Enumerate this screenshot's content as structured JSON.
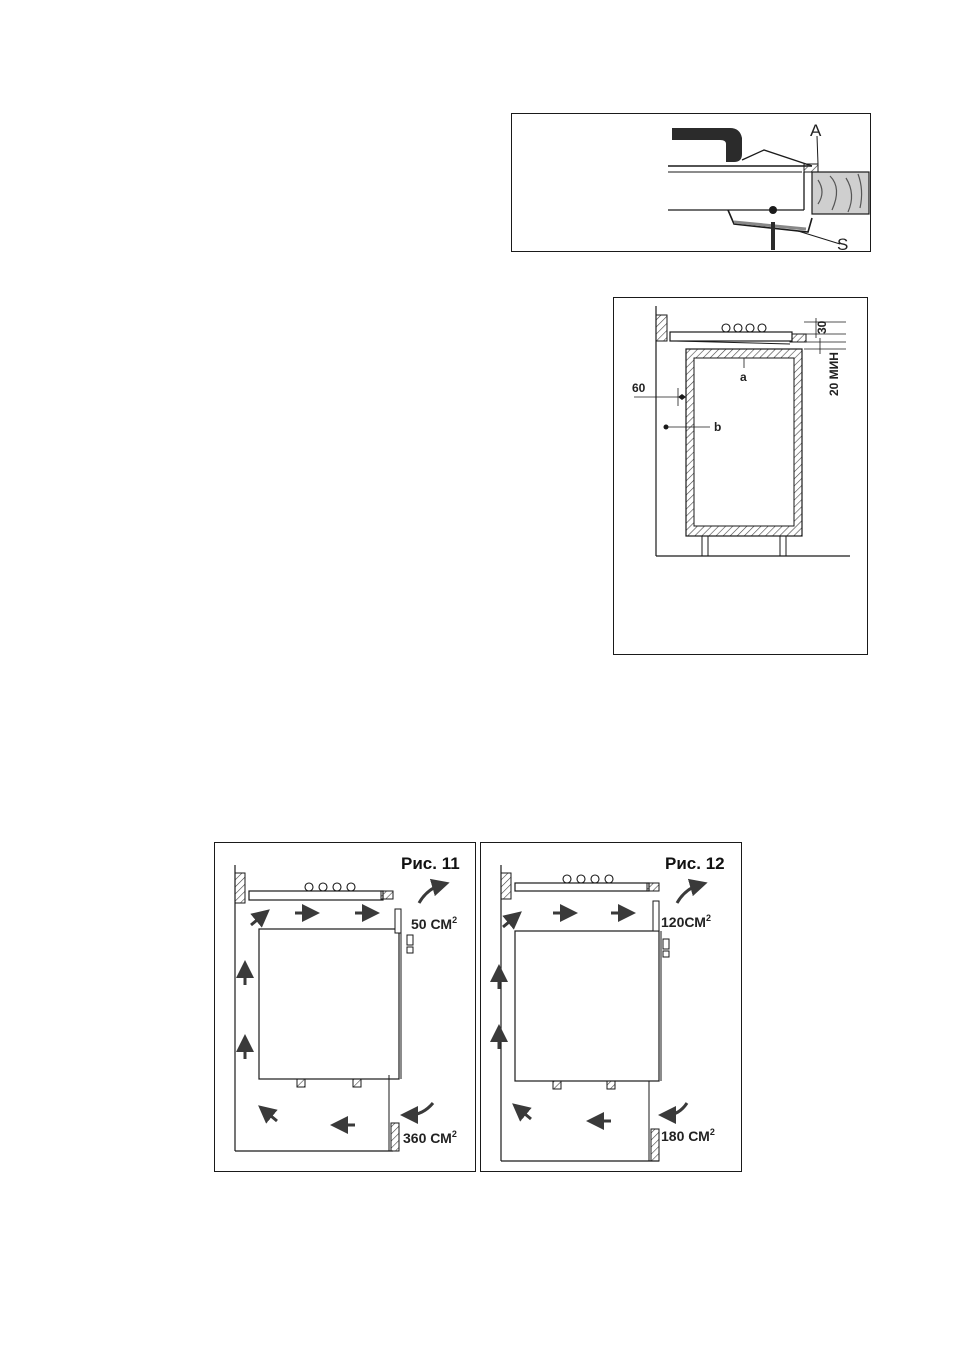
{
  "figure_clamp": {
    "label_a": "A",
    "label_s": "S"
  },
  "figure_clearance": {
    "dim_30": "30",
    "dim_20min": "20 МИН",
    "dim_60": "60",
    "label_a": "a",
    "label_b": "b"
  },
  "figure_11": {
    "title": "Рис. 11",
    "top_vent_area": "50 СМ",
    "bottom_vent_area": "360 СМ",
    "superscript": "2"
  },
  "figure_12": {
    "title": "Рис. 12",
    "top_vent_area": "120СМ",
    "bottom_vent_area": "180 СМ",
    "superscript": "2"
  },
  "colors": {
    "line": "#1a1a1a",
    "hatch": "#555555",
    "arrow": "#3a3a3a",
    "handle": "#2b2b2b",
    "wood": "#cfcfcf"
  }
}
